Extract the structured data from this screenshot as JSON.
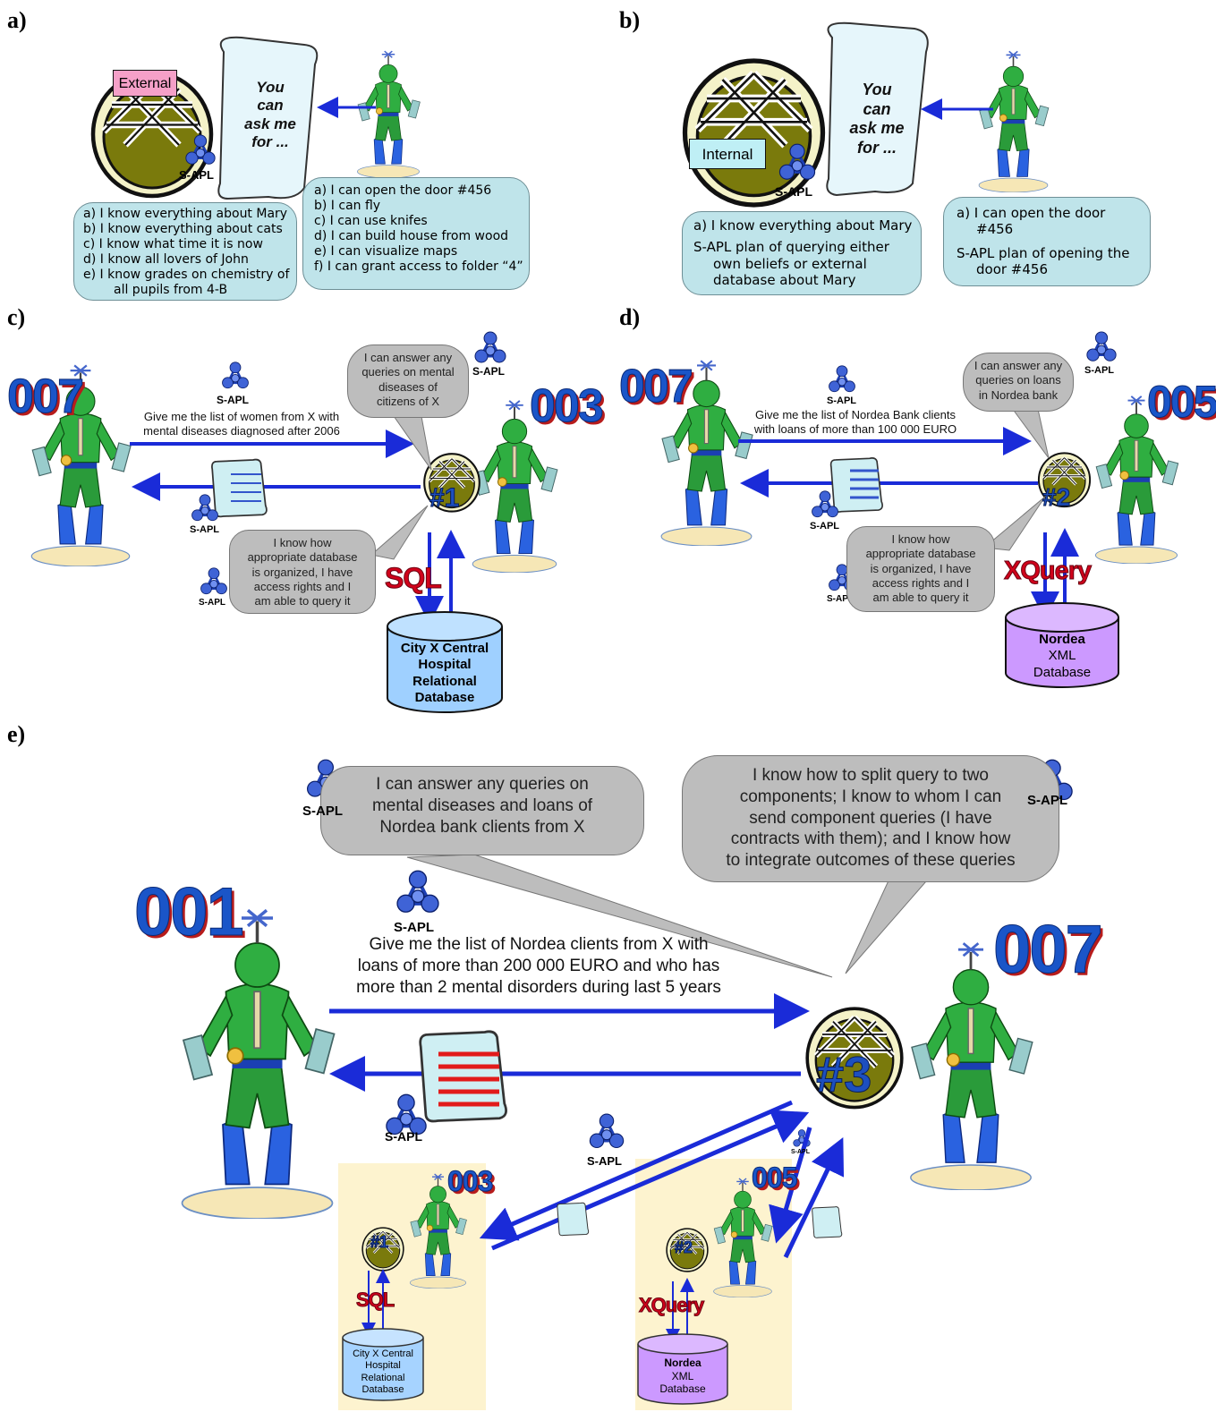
{
  "panels": {
    "a": {
      "label": "a)",
      "tag": "External",
      "scroll": [
        "You",
        "can",
        "ask me",
        "for ..."
      ],
      "sapl": "S-APL",
      "knows": [
        "a) I know everything about Mary",
        "b) I know everything about cats",
        "c) I know what time it is now",
        "d) I know all lovers of John",
        "e) I know grades on chemistry of",
        "all pupils from 4-B"
      ],
      "abilities": [
        "a) I can open the door #456",
        "b) I can fly",
        "c) I can use knifes",
        "d) I can build house from wood",
        "e) I can visualize maps",
        "f) I can grant access to folder “4”"
      ]
    },
    "b": {
      "label": "b)",
      "tag": "Internal",
      "scroll": [
        "You",
        "can",
        "ask me",
        "for ..."
      ],
      "sapl": "S-APL",
      "knows": [
        "a) I know everything about Mary",
        "S-APL plan of querying either",
        "own beliefs or external",
        "database about Mary"
      ],
      "abilities": [
        "a) I can open the door",
        "#456",
        "S-APL plan of opening the",
        "door #456"
      ]
    },
    "c": {
      "label": "c)",
      "agent_left": "007",
      "agent_right": "003",
      "hash": "#1",
      "sapl_top": "S-APL",
      "sapl_mid": "S-APL",
      "sapl_scroll": "S-APL",
      "sapl_low": "S-APL",
      "request": [
        "Give me the list of women from X with",
        "mental diseases diagnosed after 2006"
      ],
      "bubble_top": [
        "I can answer any",
        "queries on mental",
        "diseases of",
        "citizens of X"
      ],
      "bubble_bottom": [
        "I know how",
        "appropriate database",
        "is organized, I have",
        "access rights and I",
        "am able to query it"
      ],
      "lang": "SQL",
      "db": [
        "City X Central",
        "Hospital",
        "Relational",
        "Database"
      ]
    },
    "d": {
      "label": "d)",
      "agent_left": "007",
      "agent_right": "005",
      "hash": "#2",
      "sapl_top": "S-APL",
      "sapl_mid": "S-APL",
      "sapl_scroll": "S-APL",
      "sapl_low": "S-APL",
      "request": [
        "Give me the list of Nordea Bank clients",
        "with loans of more than 100 000 EURO"
      ],
      "bubble_top": [
        "I can answer any",
        "queries on loans",
        "in Nordea bank"
      ],
      "bubble_bottom": [
        "I know how",
        "appropriate database",
        "is organized, I have",
        "access rights and I",
        "am able to query it"
      ],
      "lang": "XQuery",
      "db": [
        "Nordea",
        "XML",
        "Database"
      ]
    },
    "e": {
      "label": "e)",
      "agent_left": "001",
      "agent_right": "007",
      "hash": "#3",
      "sapl_left": "S-APL",
      "sapl_right": "S-APL",
      "sapl_msg": "S-APL",
      "sapl_scroll": "S-APL",
      "sapl_mid": "S-APL",
      "sapl_tiny": "S-APL",
      "bubble_left": [
        "I can answer any queries on",
        "mental diseases and loans of",
        "Nordea bank clients from X"
      ],
      "bubble_right": [
        "I know how to split query to two",
        "components; I know to whom I can",
        "send component queries (I have",
        "contracts with them); and I know how",
        "to integrate outcomes of these queries"
      ],
      "request": [
        "Give me the list of Nordea clients from X with",
        "loans of more than 200 000 EURO and who has",
        "more than 2 mental disorders during last 5 years"
      ],
      "sub1": {
        "agent": "003",
        "hash": "#1",
        "lang": "SQL",
        "db": [
          "City X Central",
          "Hospital",
          "Relational",
          "Database"
        ]
      },
      "sub2": {
        "agent": "005",
        "hash": "#2",
        "lang": "XQuery",
        "db": [
          "Nordea",
          "XML",
          "Database"
        ]
      }
    }
  }
}
